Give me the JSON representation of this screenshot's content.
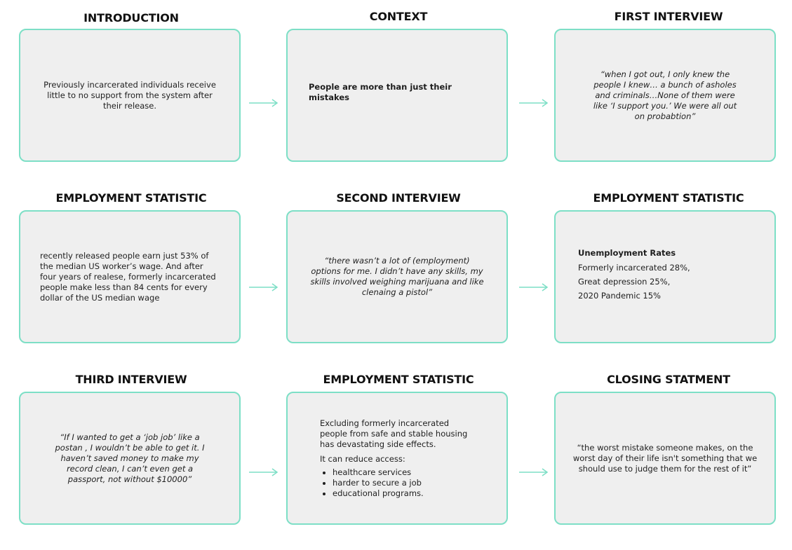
{
  "colors": {
    "card_border": "#7ddfc6",
    "card_fill": "#efefef",
    "arrow": "#7ddfc6"
  },
  "cards": {
    "introduction": {
      "title": "INTRODUCTION",
      "text": "Previously incarcerated individuals receive little to no support from the system after their release."
    },
    "context": {
      "title": "CONTEXT",
      "text": "People are more than just their mistakes"
    },
    "first_interview": {
      "title": "FIRST INTERVIEW",
      "text": "“when I got out, I only knew the people I knew… a bunch of asholes and criminals…None of them were like ‘I support you.’ We were all out on probabtion”"
    },
    "employment_statistic_1": {
      "title": "EMPLOYMENT STATISTIC",
      "text": "recently released people earn just 53% of the median US worker’s wage. And after four years of realese, formerly incarcerated people make less than 84 cents for every dollar of the US median wage"
    },
    "second_interview": {
      "title": "SECOND INTERVIEW",
      "text": "“there wasn’t a lot of (employment) options for me. I didn’t have any skills, my skills involved weighing marijuana and like clenaing a pistol”"
    },
    "employment_statistic_2": {
      "title": "EMPLOYMENT STATISTIC",
      "heading": "Unemployment Rates",
      "lines": [
        "Formerly incarcerated 28%,",
        "Great depression 25%,",
        "2020 Pandemic 15%"
      ]
    },
    "third_interview": {
      "title": "THIRD INTERVIEW",
      "text": "“If I wanted to get a ‘job job’ like a postan , I wouldn’t be able to get it. I haven’t saved money to make my record clean, I can’t even get a passport, not without $10000”"
    },
    "employment_statistic_3": {
      "title": "EMPLOYMENT STATISTIC",
      "intro": "Excluding formerly incarcerated people from safe and stable housing has devastating side effects.",
      "sub": "It can reduce access:",
      "bullets": [
        "healthcare services",
        "harder to secure a job",
        "educational programs."
      ]
    },
    "closing_statement": {
      "title": "CLOSING STATMENT",
      "text": "“the worst mistake someone makes, on the worst day of their life isn't something that we should use to judge them for the rest of it”"
    }
  }
}
